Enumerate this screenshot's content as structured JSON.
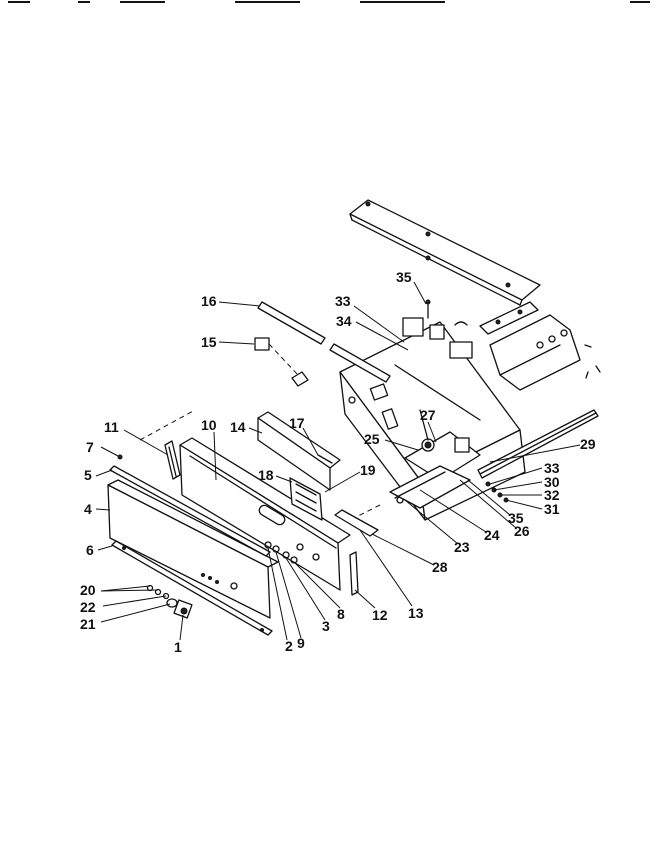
{
  "labels": [
    "1",
    "2",
    "3",
    "4",
    "5",
    "6",
    "7",
    "8",
    "9",
    "10",
    "11",
    "12",
    "13",
    "14",
    "15",
    "16",
    "17",
    "18",
    "19",
    "20",
    "21",
    "22",
    "23",
    "24",
    "25",
    "26",
    "27",
    "28",
    "29",
    "30",
    "31",
    "32",
    "33",
    "33",
    "34",
    "35",
    "35"
  ]
}
